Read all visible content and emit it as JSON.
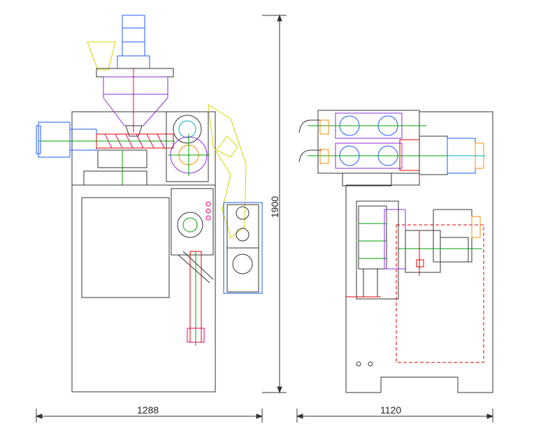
{
  "dimensions": {
    "front_width": "1288",
    "side_width": "1120",
    "height": "1900"
  },
  "colors": {
    "outline": "#333333",
    "hopper": "#8a2be2",
    "motor": "#1e5aff",
    "guard": "#d4d400",
    "shaft": "#e4006e",
    "accent_red": "#e00000",
    "accent_green": "#00a000",
    "accent_cyan": "#00b0c0",
    "accent_orange": "#ff8c00"
  }
}
